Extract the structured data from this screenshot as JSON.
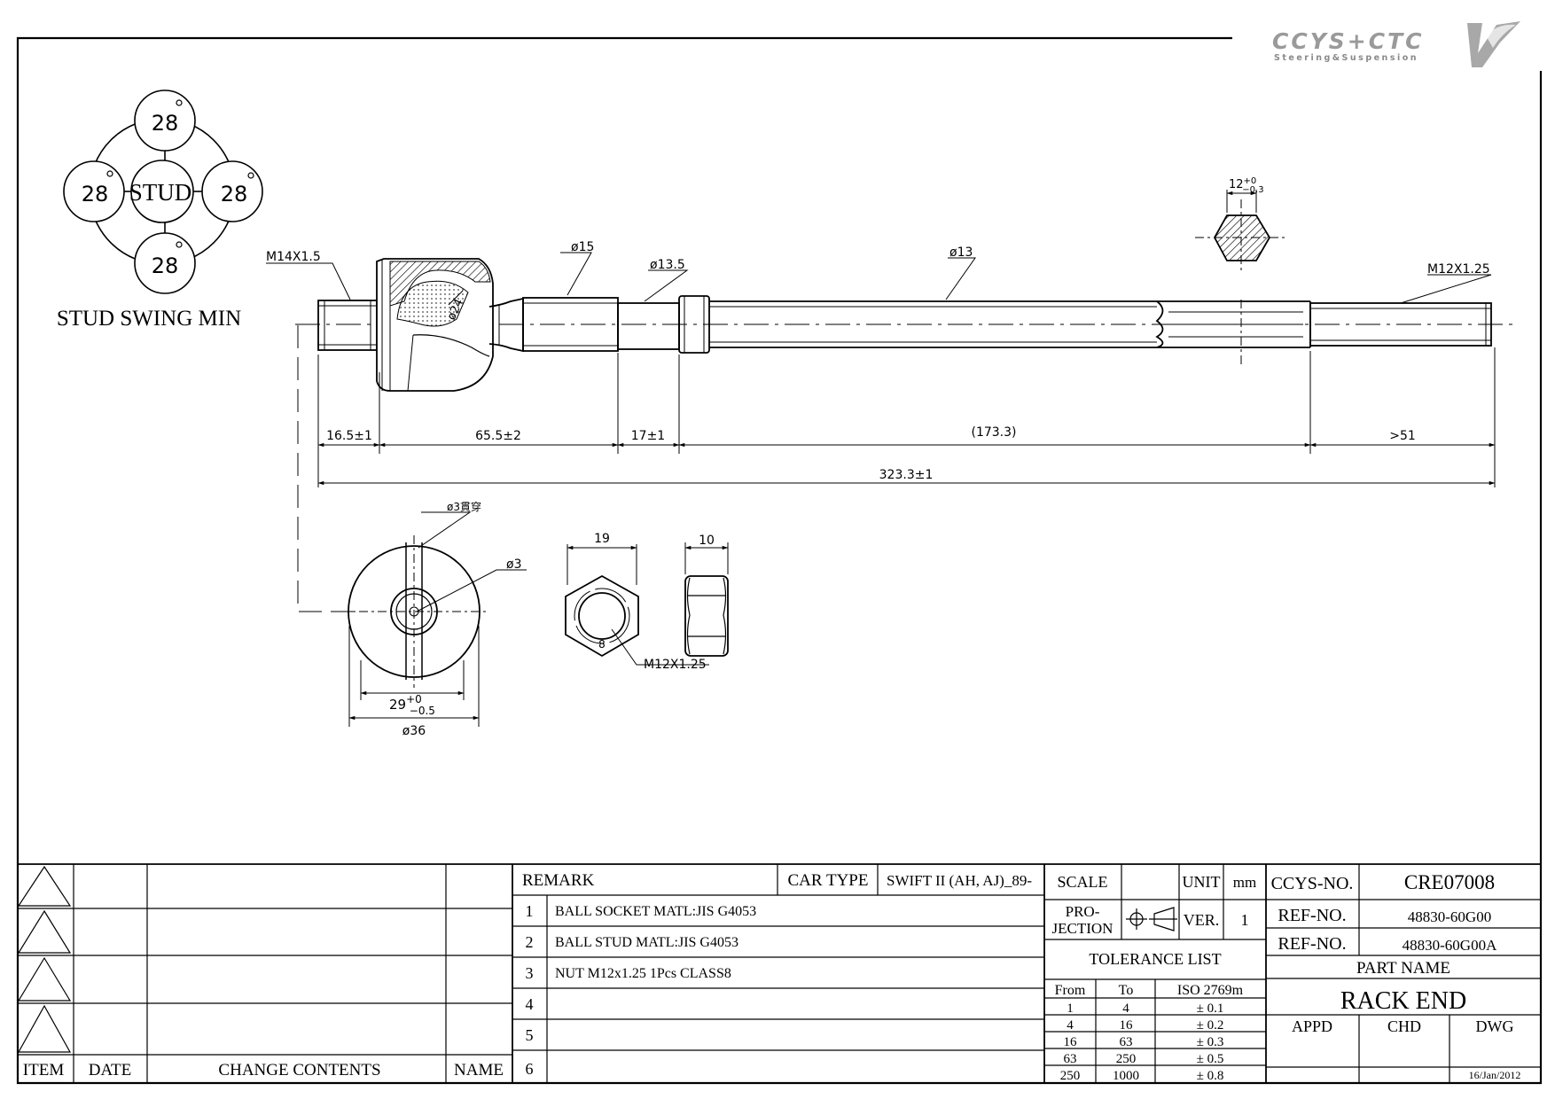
{
  "logo": {
    "brand": "CCYS+CTC",
    "tagline": "Steering&Suspension"
  },
  "stud_swing": {
    "center_label": "STUD",
    "angles": [
      "28",
      "28",
      "28",
      "28"
    ],
    "title": "STUD SWING MIN"
  },
  "main_view": {
    "thread_left": "M14X1.5",
    "ball_dia": "ø24",
    "dia_15": "ø15",
    "dia_13_5": "ø13.5",
    "dia_13": "ø13",
    "thread_right": "M12X1.25",
    "hex_section": {
      "base": "12",
      "tol_upper": "+0",
      "tol_lower": "−0.3"
    }
  },
  "dimensions": {
    "d1": "16.5±1",
    "d2": "65.5±2",
    "d3": "17±1",
    "d4": "(173.3)",
    "d5": ">51",
    "overall": "323.3±1"
  },
  "end_view": {
    "hole_note": "ø3貫穿",
    "hole_dia": "ø3",
    "slot": {
      "base": "29",
      "tol_upper": "+0",
      "tol_lower": "−0.5"
    },
    "outer_dia": "ø36"
  },
  "nut": {
    "width_across_flats": "19",
    "thickness": "10",
    "grade": "8",
    "thread": "M12X1.25"
  },
  "title_block": {
    "revision_headers": {
      "item": "ITEM",
      "date": "DATE",
      "change": "CHANGE CONTENTS",
      "name": "NAME"
    },
    "remark_label": "REMARK",
    "car_type_label": "CAR TYPE",
    "car_type": "SWIFT II (AH, AJ)_89-",
    "remarks": [
      {
        "no": "1",
        "text": "BALL SOCKET MATL:JIS G4053"
      },
      {
        "no": "2",
        "text": "BALL STUD MATL:JIS G4053"
      },
      {
        "no": "3",
        "text": "NUT M12x1.25 1Pcs CLASS8"
      },
      {
        "no": "4",
        "text": ""
      },
      {
        "no": "5",
        "text": ""
      },
      {
        "no": "6",
        "text": ""
      }
    ],
    "scale_label": "SCALE",
    "unit_label": "UNIT",
    "unit": "mm",
    "projection_label": [
      "PRO-",
      "JECTION"
    ],
    "ver_label": "VER.",
    "ver": "1",
    "tolerance_title": "TOLERANCE LIST",
    "tolerance_headers": {
      "from": "From",
      "to": "To",
      "iso": "ISO 2769m"
    },
    "tolerance_rows": [
      {
        "from": "1",
        "to": "4",
        "tol": "± 0.1"
      },
      {
        "from": "4",
        "to": "16",
        "tol": "± 0.2"
      },
      {
        "from": "16",
        "to": "63",
        "tol": "± 0.3"
      },
      {
        "from": "63",
        "to": "250",
        "tol": "± 0.5"
      },
      {
        "from": "250",
        "to": "1000",
        "tol": "± 0.8"
      }
    ],
    "ccys_no_label": "CCYS-NO.",
    "ccys_no": "CRE07008",
    "ref_no_label": "REF-NO.",
    "ref_no_1": "48830-60G00",
    "ref_no_2": "48830-60G00A",
    "part_name_label": "PART NAME",
    "part_name": "RACK END",
    "appd": "APPD",
    "chd": "CHD",
    "dwg": "DWG",
    "date": "16/Jan/2012"
  }
}
